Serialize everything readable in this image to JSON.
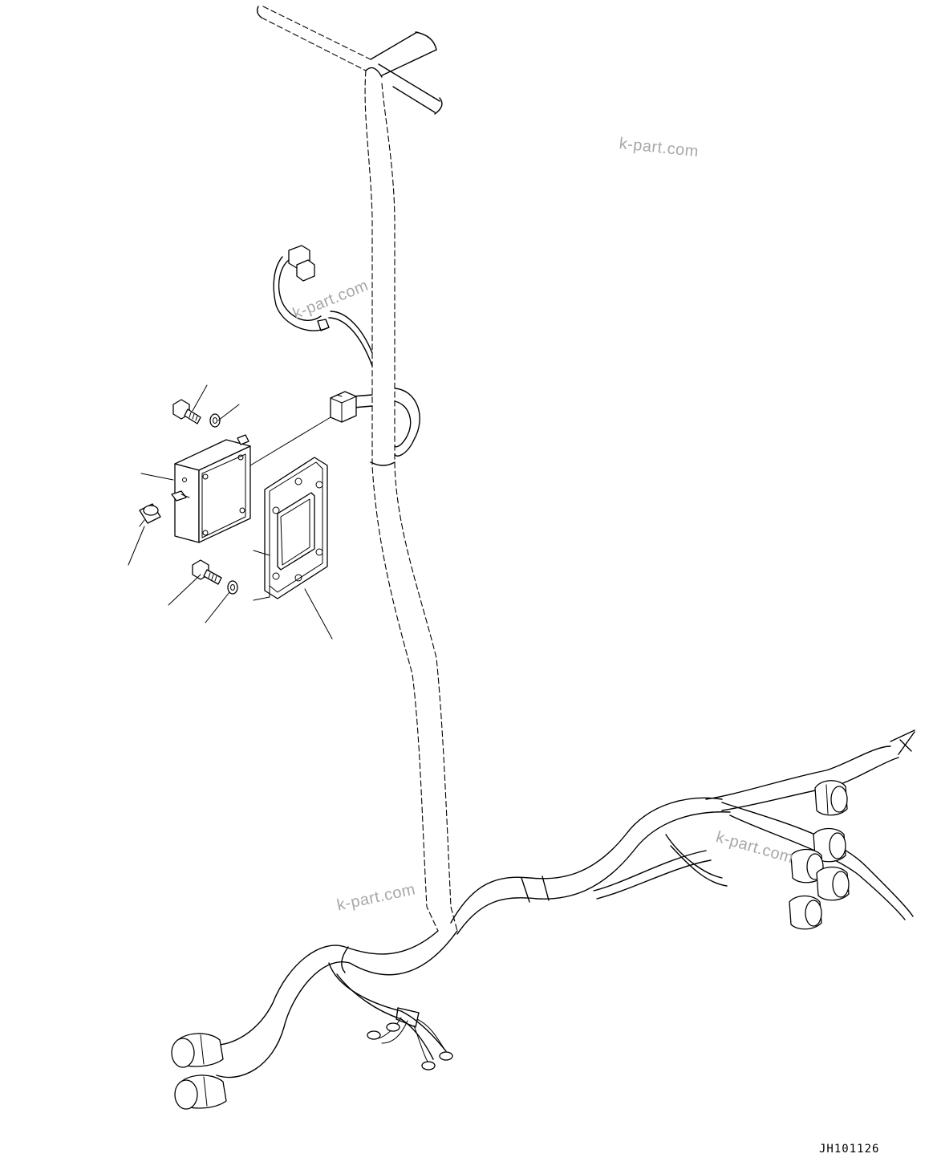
{
  "watermarks": [
    "k-part.com",
    "k-part.com",
    "k-part.com",
    "k-part.com"
  ],
  "drawing_code": "JH101126",
  "colors": {
    "line": "#000000",
    "watermark": "#a8a8a8",
    "background": "#ffffff"
  }
}
